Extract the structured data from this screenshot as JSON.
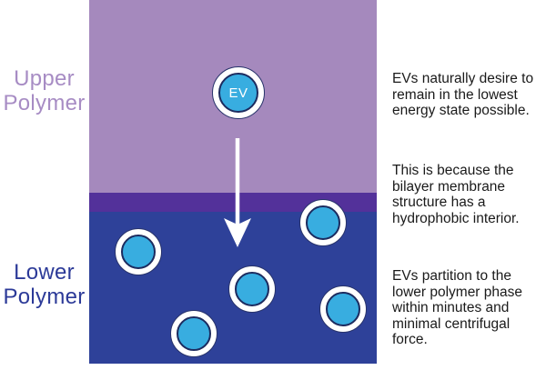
{
  "labels": {
    "upper": [
      "Upper",
      "Polymer"
    ],
    "lower": [
      "Lower",
      "Polymer"
    ]
  },
  "ev_label": "EV",
  "captions": [
    {
      "lines": [
        "EVs naturally desire to",
        "remain in the lowest",
        "energy state possible."
      ]
    },
    {
      "lines": [
        "This is because the",
        "bilayer membrane",
        "structure has a",
        "hydrophobic interior."
      ]
    },
    {
      "lines": [
        "EVs partition to the",
        "lower polymer phase",
        "within minutes and",
        "minimal centrifugal",
        "force."
      ]
    }
  ],
  "colors": {
    "upper_polymer": "#a589bd",
    "interface_band": "#53319a",
    "lower_polymer": "#2e4199",
    "ev_fill": "#38ade0",
    "ev_outline": "#1c2b5f",
    "ev_ring": "#ffffff",
    "upper_label_text": "#a78cc4",
    "lower_label_text": "#2c3a98",
    "caption_text": "#1a1a1a",
    "arrow": "#ffffff"
  }
}
